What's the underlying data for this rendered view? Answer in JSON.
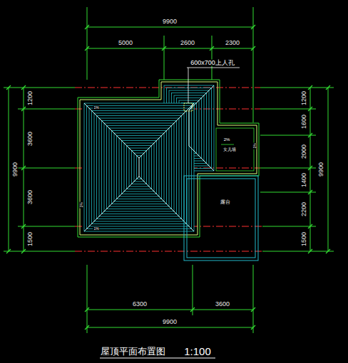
{
  "diagram": {
    "title": "屋顶平面布置图",
    "labels": [
      "9900",
      "5000",
      "2600",
      "2300",
      "600x700上人孔",
      "1200",
      "3600",
      "3600",
      "1500",
      "9900",
      "1200",
      "1600",
      "2000",
      "1400",
      "2200",
      "1500",
      "9900",
      "6300",
      "3600",
      "9900",
      "2%",
      "女儿墙",
      "露台",
      "1%",
      "1%",
      "1%",
      "1%",
      "1:100"
    ]
  }
}
